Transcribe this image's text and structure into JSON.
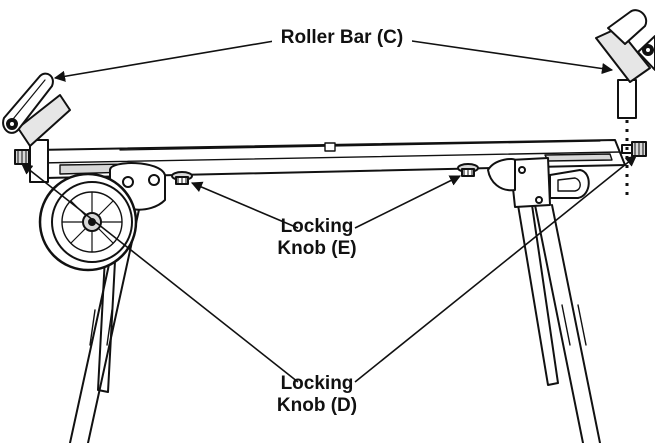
{
  "labels": {
    "roller_bar": "Roller Bar (C)",
    "locking_knob_e": [
      "Locking",
      "Knob (E)"
    ],
    "locking_knob_d": [
      "Locking",
      "Knob (D)"
    ]
  },
  "colors": {
    "line": "#111111",
    "fill": "#ffffff",
    "shade": "#d8d8d8"
  }
}
